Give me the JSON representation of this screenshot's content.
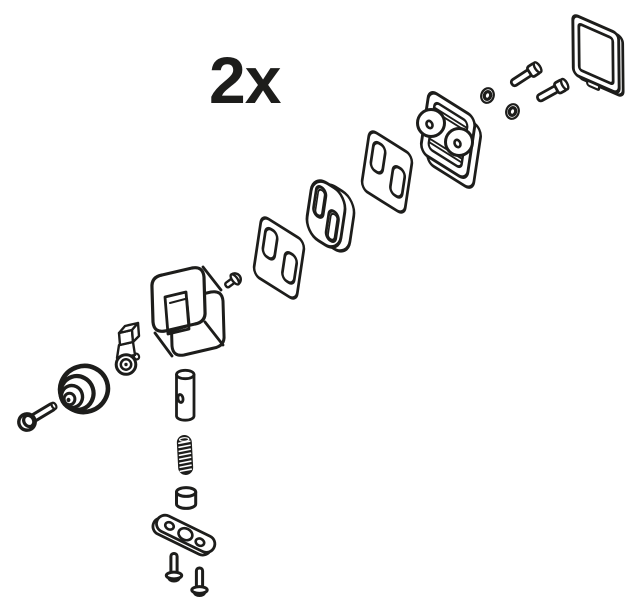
{
  "diagram": {
    "quantity_label": "2x",
    "background_color": "#ffffff",
    "line_color": "#1d1d1b",
    "parts": [
      {
        "name": "socket-bolt",
        "count": 1
      },
      {
        "name": "pulley-wheel",
        "count": 1
      },
      {
        "name": "roller-bracket",
        "count": 1
      },
      {
        "name": "main-body",
        "count": 1
      },
      {
        "name": "fixing-screw",
        "count": 1
      },
      {
        "name": "gasket-plate",
        "count": 2
      },
      {
        "name": "oval-spacer",
        "count": 1
      },
      {
        "name": "roller-housing",
        "count": 1
      },
      {
        "name": "washer",
        "count": 2
      },
      {
        "name": "mount-bolt",
        "count": 2
      },
      {
        "name": "cover-frame",
        "count": 1
      },
      {
        "name": "guide-pin",
        "count": 1
      },
      {
        "name": "spring",
        "count": 1
      },
      {
        "name": "bushing-cap",
        "count": 1
      },
      {
        "name": "base-plate",
        "count": 1
      },
      {
        "name": "base-screw",
        "count": 2
      }
    ]
  }
}
